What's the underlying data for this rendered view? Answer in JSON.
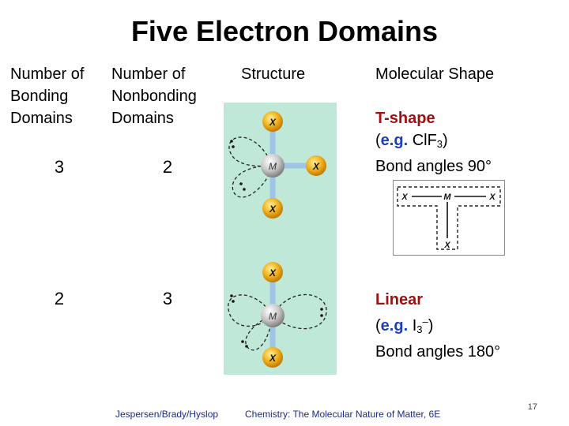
{
  "slide": {
    "title": "Five Electron Domains",
    "headers": {
      "bonding": [
        "Number of",
        "Bonding",
        "Domains"
      ],
      "nonbonding": [
        "Number of",
        "Nonbonding",
        "Domains"
      ],
      "structure": "Structure",
      "shape": "Molecular Shape"
    },
    "rows": [
      {
        "bonding": "3",
        "nonbonding": "2",
        "shape": "T-shape",
        "example_prefix": "e.g.",
        "example_main": "ClF",
        "example_sub": "3",
        "example_sup": "",
        "angles": "Bond angles 90°"
      },
      {
        "bonding": "2",
        "nonbonding": "3",
        "shape": "Linear",
        "example_prefix": "e.g.",
        "example_main": "I",
        "example_sub": "3",
        "example_sup": "–",
        "angles": "Bond angles 180°"
      }
    ],
    "atom_labels": {
      "central": "M",
      "ligand": "X"
    },
    "footer": {
      "authors": "Jespersen/Brady/Hyslop",
      "book": "Chemistry: The Molecular Nature of Matter, 6E"
    },
    "page_number": "17",
    "colors": {
      "panel": "#bfe8d8",
      "shape_name": "#a01010",
      "example": "#1c3fbf",
      "ligand": "#f0a818",
      "footer": "#1a2a8a"
    }
  }
}
